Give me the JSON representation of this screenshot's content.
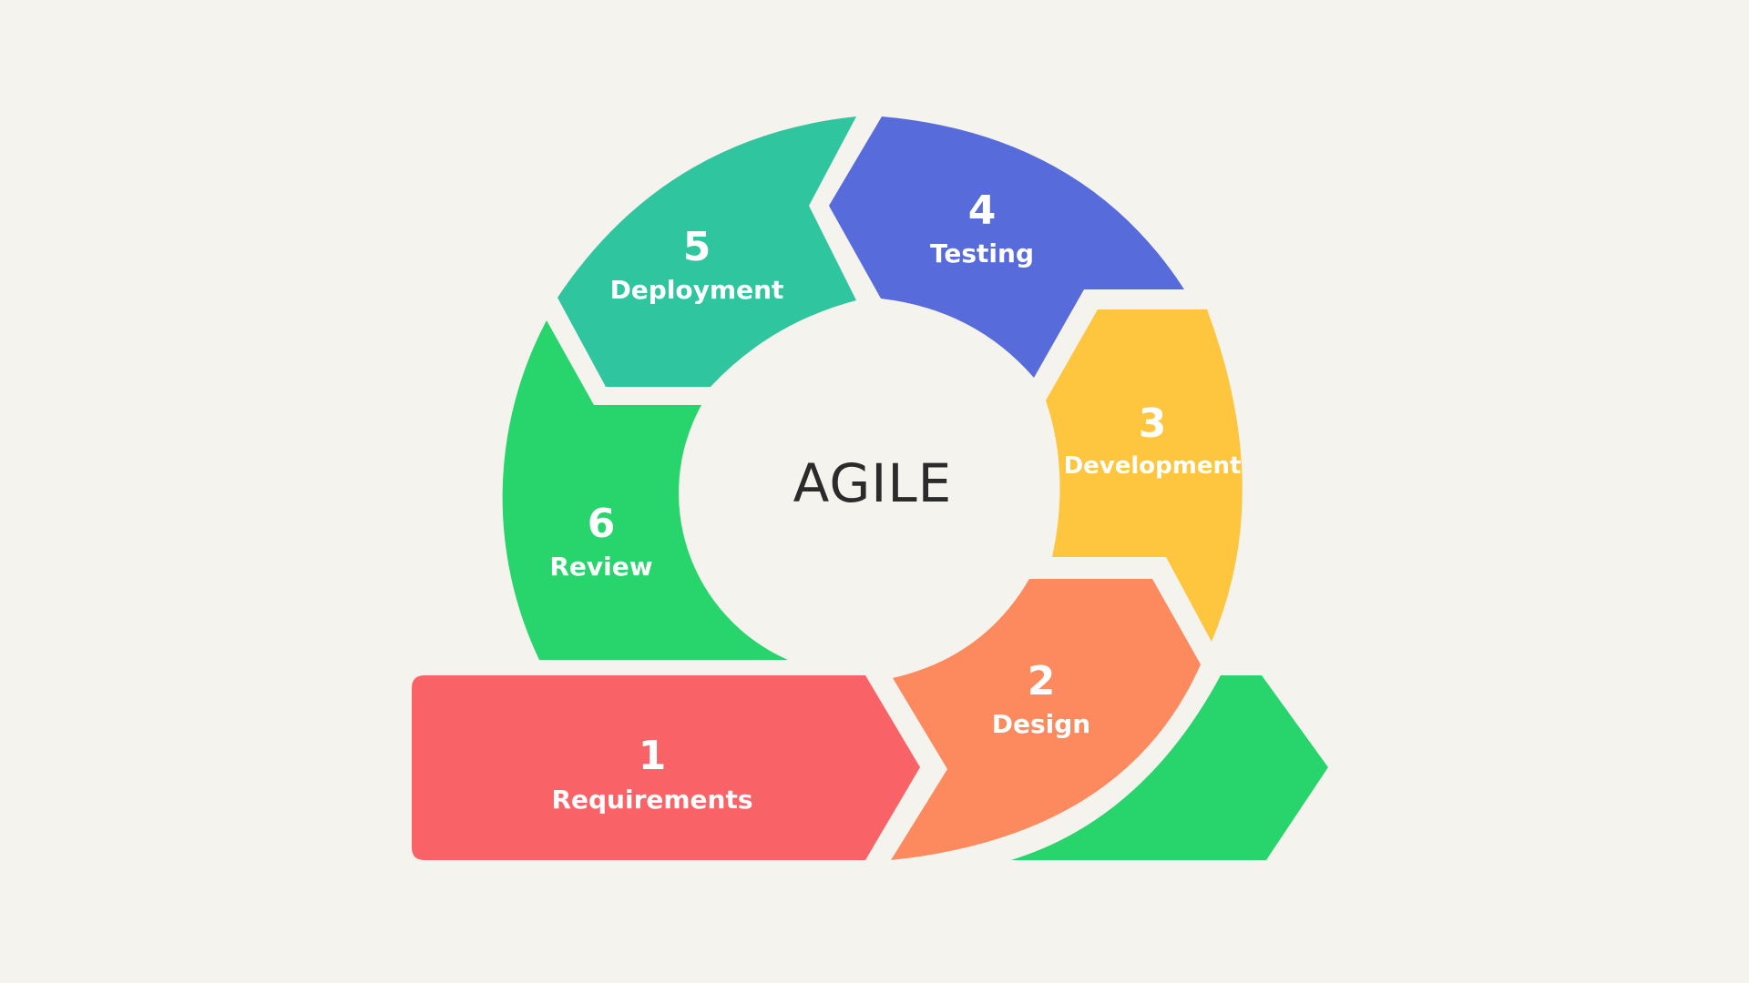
{
  "center": {
    "title": "AGILE"
  },
  "stages": [
    {
      "number": "1",
      "label": "Requirements",
      "color": "#f96266"
    },
    {
      "number": "2",
      "label": "Design",
      "color": "#fd8a5e"
    },
    {
      "number": "3",
      "label": "Development",
      "color": "#fec63f"
    },
    {
      "number": "4",
      "label": "Testing",
      "color": "#586bdb"
    },
    {
      "number": "5",
      "label": "Deployment",
      "color": "#2fc59e"
    },
    {
      "number": "6",
      "label": "Review",
      "color": "#28d46c"
    }
  ],
  "exit_arrow": {
    "color": "#28d46c"
  }
}
